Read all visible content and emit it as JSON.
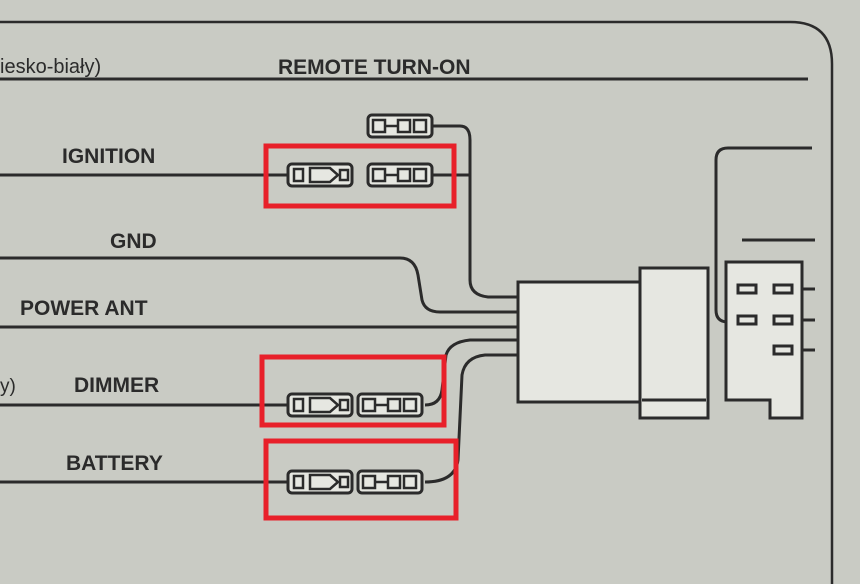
{
  "header": {
    "left_fragment": "iesko-biały)",
    "title": "REMOTE TURN-ON"
  },
  "labels": {
    "ignition": "IGNITION",
    "gnd": "GND",
    "power_ant": "POWER ANT",
    "dimmer_prefix": "y)",
    "dimmer": "DIMMER",
    "battery": "BATTERY"
  },
  "colors": {
    "paper": "#c9cbc4",
    "ink": "#2b2b2b",
    "highlight": "#e8202a"
  },
  "icons": {
    "connector": "bullet-connector-icon",
    "harness": "harness-plug-icon"
  }
}
